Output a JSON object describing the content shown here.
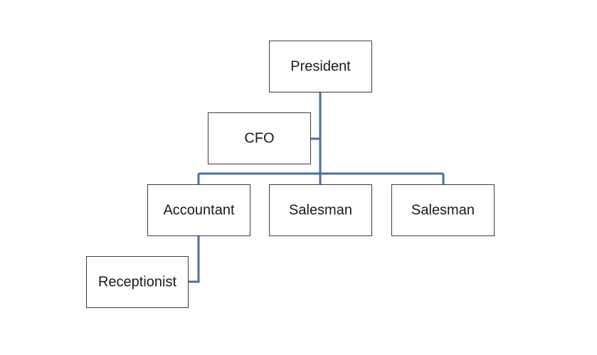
{
  "colors": {
    "connector": "#4a6fa0",
    "box_border": "#3c3c3c",
    "box_fill": "#ffffff"
  },
  "org_chart": {
    "nodes": [
      {
        "id": "president",
        "label": "President"
      },
      {
        "id": "cfo",
        "label": "CFO"
      },
      {
        "id": "accountant",
        "label": "Accountant"
      },
      {
        "id": "salesman-1",
        "label": "Salesman"
      },
      {
        "id": "salesman-2",
        "label": "Salesman"
      },
      {
        "id": "receptionist",
        "label": "Receptionist"
      }
    ],
    "relations": [
      {
        "from": "president",
        "to": "cfo",
        "type": "assistant"
      },
      {
        "from": "president",
        "to": "accountant",
        "type": "subordinate"
      },
      {
        "from": "president",
        "to": "salesman-1",
        "type": "subordinate"
      },
      {
        "from": "president",
        "to": "salesman-2",
        "type": "subordinate"
      },
      {
        "from": "accountant",
        "to": "receptionist",
        "type": "assistant"
      }
    ]
  }
}
